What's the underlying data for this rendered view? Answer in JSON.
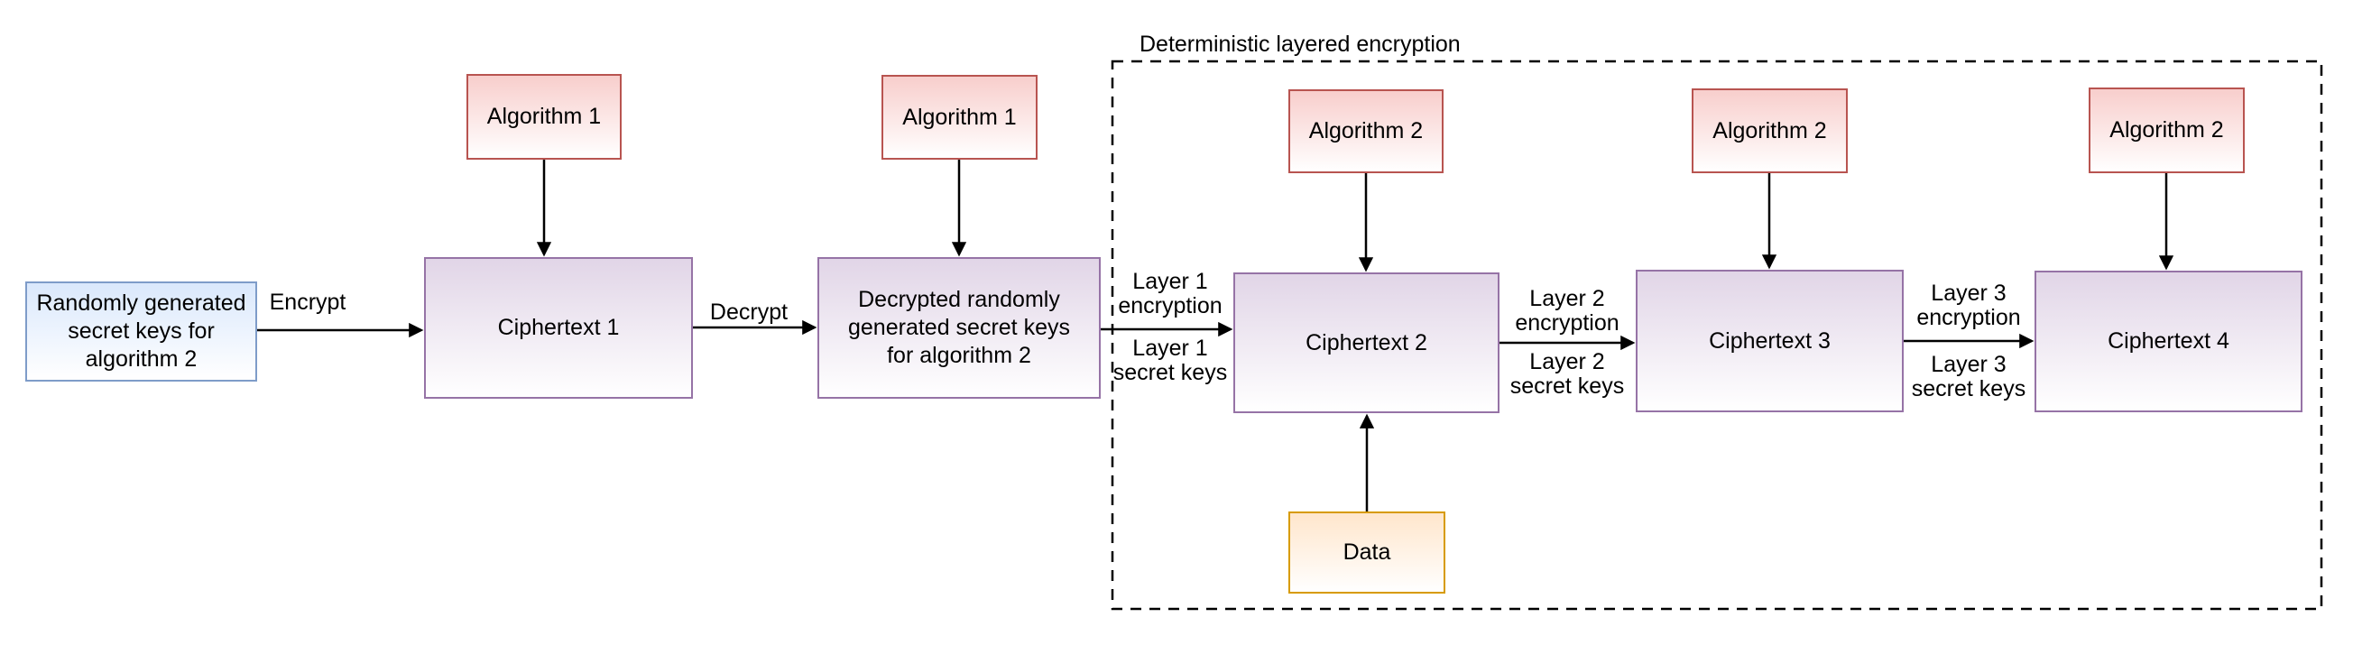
{
  "diagram": {
    "region_title": "Deterministic layered encryption",
    "nodes": {
      "random_keys": "Randomly generated\nsecret keys for\nalgorithm 2",
      "algorithm1_a": "Algorithm 1",
      "ciphertext1": "Ciphertext 1",
      "algorithm1_b": "Algorithm 1",
      "decrypted_keys": "Decrypted randomly\ngenerated secret keys\nfor algorithm 2",
      "algorithm2_a": "Algorithm 2",
      "ciphertext2": "Ciphertext 2",
      "data": "Data",
      "algorithm2_b": "Algorithm 2",
      "ciphertext3": "Ciphertext 3",
      "algorithm2_c": "Algorithm 2",
      "ciphertext4": "Ciphertext 4"
    },
    "edge_labels": {
      "encrypt": "Encrypt",
      "decrypt": "Decrypt",
      "layer1_above": "Layer 1\nencryption",
      "layer1_below": "Layer 1\nsecret keys",
      "layer2_above": "Layer 2\nencryption",
      "layer2_below": "Layer 2\nsecret keys",
      "layer3_above": "Layer 3\nencryption",
      "layer3_below": "Layer 3\nsecret keys"
    },
    "colors": {
      "red_border": "#b85450",
      "red_fill": "#f8cecc",
      "purple_border": "#9673a6",
      "purple_fill": "#e1d5e7",
      "blue_border": "#7e9cc9",
      "blue_fill": "#dae8fc",
      "orange_border": "#d79b00",
      "orange_fill": "#ffe6cc",
      "line_color": "#000000"
    }
  }
}
